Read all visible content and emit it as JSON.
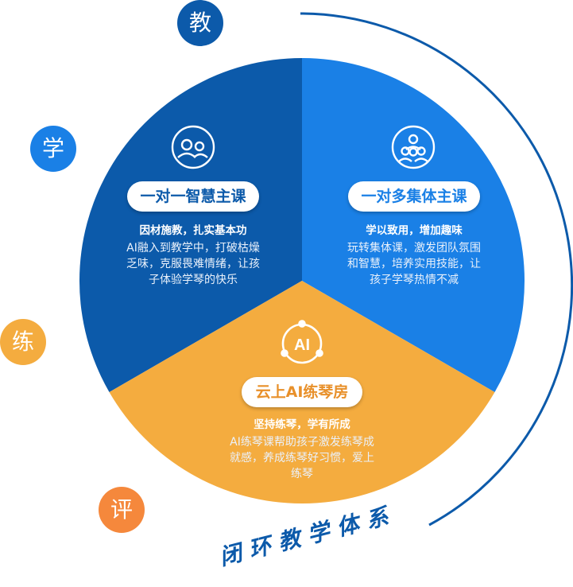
{
  "side_labels": [
    "教",
    "学",
    "练",
    "评"
  ],
  "system_title": "闭环教学体系",
  "segments": {
    "one_on_one": {
      "title": "一对一智慧主课",
      "subtitle": "因材施教，扎实基本功",
      "lines": [
        "AI融入到教学中，打破枯燥",
        "乏味，克服畏难情绪，让孩",
        "子体验学琴的快乐"
      ],
      "icon": "single-person-pair-icon",
      "color": "#0c5aaa"
    },
    "group": {
      "title": "一对多集体主课",
      "subtitle": "学以致用，增加趣味",
      "lines": [
        "玩转集体课，激发团队氛围",
        "和智慧，培养实用技能，让",
        "孩子学琴热情不减"
      ],
      "icon": "group-people-icon",
      "color": "#1a80e6"
    },
    "ai_room": {
      "title": "云上AI练琴房",
      "subtitle": "坚持练琴，学有所成",
      "lines": [
        "AI练琴课帮助孩子激发练琴成",
        "就感，养成练琴好习惯，爱上",
        "练琴"
      ],
      "icon_text": "AI",
      "icon": "ai-cycle-icon",
      "color": "#f4ac3f"
    }
  },
  "colors": {
    "dark_blue": "#0c5aaa",
    "light_blue": "#1a80e6",
    "orange": "#f4ac3f",
    "label_orange": "#f5883c",
    "pill_text_blue": "#0c5aaa",
    "pill_text_orange": "#e8902a"
  }
}
